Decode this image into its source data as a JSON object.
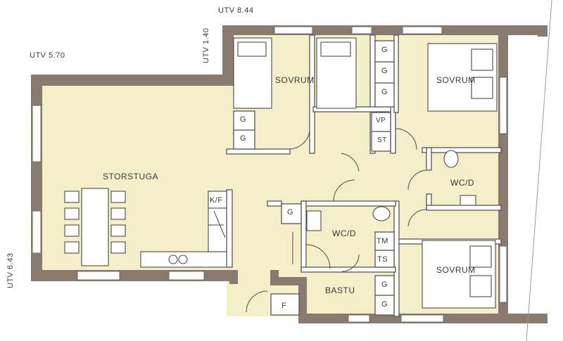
{
  "dimensions": {
    "utv_top": "UTV 8.44",
    "utv_left": "UTV 5.70",
    "utv_vertical_top": "UTV 1.40",
    "utv_vertical_left": "UTV 6.43"
  },
  "rooms": {
    "storstuga": "STORSTUGA",
    "sovrum_1": "SOVRUM",
    "sovrum_2": "SOVRUM",
    "sovrum_3": "SOVRUM",
    "wc_d_1": "WC/D",
    "wc_d_2": "WC/D",
    "bastu": "BASTU"
  },
  "fixtures": {
    "g": "G",
    "vp": "VP",
    "st": "ST",
    "tm": "TM",
    "ts": "TS",
    "kf": "K/F",
    "f": "F"
  },
  "colors": {
    "wall": "#8a7b70",
    "floor": "#f3efc9",
    "line": "#4a4a4a"
  }
}
